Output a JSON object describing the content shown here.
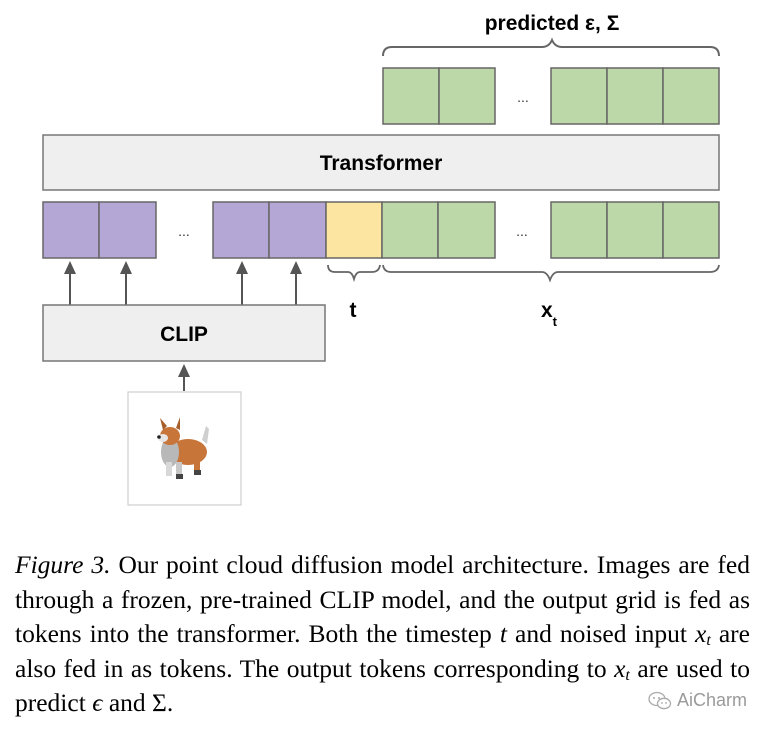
{
  "diagram": {
    "output_label": "predicted ε, Σ",
    "transformer_label": "Transformer",
    "clip_label": "CLIP",
    "t_label": "t",
    "xt_label": "x",
    "xt_subscript": "t",
    "ellipsis": "...",
    "input_image": "corgi-3d-render",
    "colors": {
      "clip_token": "#b4a7d6",
      "time_token": "#fce5a0",
      "x_token": "#bcd7a8",
      "block_fill": "#efefef",
      "stroke": "#666666"
    }
  },
  "caption": {
    "figure_label": "Figure 3.",
    "text_1": " Our point cloud diffusion model architecture. Images are fed through a frozen, pre-trained CLIP model, and the output grid is fed as tokens into the transformer. Both the timestep ",
    "math_t": "t",
    "text_2": " and noised input ",
    "math_x": "x",
    "math_x_sub": "t",
    "text_3": " are also fed in as tokens. The output tokens corresponding to ",
    "text_4": " are used to predict ",
    "math_eps": "ϵ",
    "text_5": " and Σ."
  },
  "watermark": {
    "text": "AiCharm",
    "icon": "wechat-icon"
  }
}
